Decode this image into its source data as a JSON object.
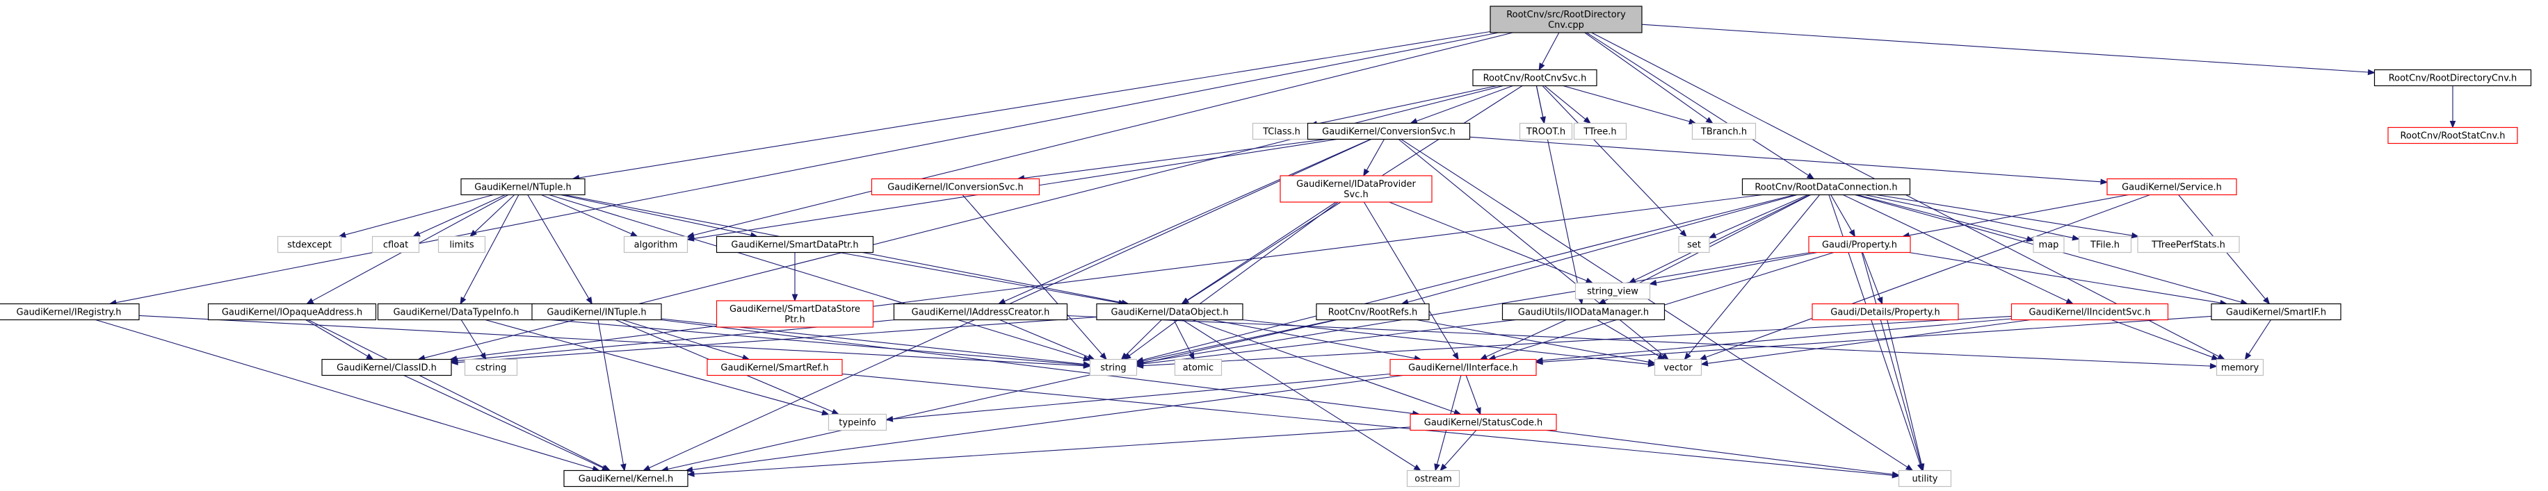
{
  "colors": {
    "edge": "#191970",
    "root_fill": "#bfbfbf",
    "root_border": "#000000",
    "normal_border": "#000000",
    "truncated_border": "#ff0000",
    "system_border": "#bfbfbf",
    "fill": "#ffffff"
  },
  "nodes": [
    {
      "id": "root",
      "lines": [
        "RootCnv/src/RootDirectory",
        "Cnv.cpp"
      ],
      "kind": "root"
    },
    {
      "id": "rootcnvsvc",
      "lines": [
        "RootCnv/RootCnvSvc.h"
      ],
      "kind": "normal"
    },
    {
      "id": "rootdircnv",
      "lines": [
        "RootCnv/RootDirectoryCnv.h"
      ],
      "kind": "normal"
    },
    {
      "id": "rootstatcnv",
      "lines": [
        "RootCnv/RootStatCnv.h"
      ],
      "kind": "truncated"
    },
    {
      "id": "tclass",
      "lines": [
        "TClass.h"
      ],
      "kind": "system"
    },
    {
      "id": "convsvc",
      "lines": [
        "GaudiKernel/ConversionSvc.h"
      ],
      "kind": "normal"
    },
    {
      "id": "troot",
      "lines": [
        "TROOT.h"
      ],
      "kind": "system"
    },
    {
      "id": "ttree",
      "lines": [
        "TTree.h"
      ],
      "kind": "system"
    },
    {
      "id": "tbranch",
      "lines": [
        "TBranch.h"
      ],
      "kind": "system"
    },
    {
      "id": "ntuple",
      "lines": [
        "GaudiKernel/NTuple.h"
      ],
      "kind": "normal"
    },
    {
      "id": "iconvsvc",
      "lines": [
        "GaudiKernel/IConversionSvc.h"
      ],
      "kind": "truncated"
    },
    {
      "id": "idataprov",
      "lines": [
        "GaudiKernel/IDataProvider",
        "Svc.h"
      ],
      "kind": "truncated"
    },
    {
      "id": "rootdataconn",
      "lines": [
        "RootCnv/RootDataConnection.h"
      ],
      "kind": "normal"
    },
    {
      "id": "service",
      "lines": [
        "GaudiKernel/Service.h"
      ],
      "kind": "truncated"
    },
    {
      "id": "stdexcept",
      "lines": [
        "stdexcept"
      ],
      "kind": "system"
    },
    {
      "id": "cfloat",
      "lines": [
        "cfloat"
      ],
      "kind": "system"
    },
    {
      "id": "limits",
      "lines": [
        "limits"
      ],
      "kind": "system"
    },
    {
      "id": "algorithm",
      "lines": [
        "algorithm"
      ],
      "kind": "system"
    },
    {
      "id": "smartdataptr",
      "lines": [
        "GaudiKernel/SmartDataPtr.h"
      ],
      "kind": "normal"
    },
    {
      "id": "set",
      "lines": [
        "set"
      ],
      "kind": "system"
    },
    {
      "id": "property",
      "lines": [
        "Gaudi/Property.h"
      ],
      "kind": "truncated"
    },
    {
      "id": "map",
      "lines": [
        "map"
      ],
      "kind": "system"
    },
    {
      "id": "tfile",
      "lines": [
        "TFile.h"
      ],
      "kind": "system"
    },
    {
      "id": "ttreeperf",
      "lines": [
        "TTreePerfStats.h"
      ],
      "kind": "system"
    },
    {
      "id": "iregistry",
      "lines": [
        "GaudiKernel/IRegistry.h"
      ],
      "kind": "normal"
    },
    {
      "id": "iopaqueaddr",
      "lines": [
        "GaudiKernel/IOpaqueAddress.h"
      ],
      "kind": "normal"
    },
    {
      "id": "datatypeinfo",
      "lines": [
        "GaudiKernel/DataTypeInfo.h"
      ],
      "kind": "normal"
    },
    {
      "id": "intuple",
      "lines": [
        "GaudiKernel/INTuple.h"
      ],
      "kind": "normal"
    },
    {
      "id": "smartdatastoreptr",
      "lines": [
        "GaudiKernel/SmartDataStore",
        "Ptr.h"
      ],
      "kind": "truncated"
    },
    {
      "id": "iaddrcreator",
      "lines": [
        "GaudiKernel/IAddressCreator.h"
      ],
      "kind": "normal"
    },
    {
      "id": "dataobject",
      "lines": [
        "GaudiKernel/DataObject.h"
      ],
      "kind": "normal"
    },
    {
      "id": "rootrefs",
      "lines": [
        "RootCnv/RootRefs.h"
      ],
      "kind": "normal"
    },
    {
      "id": "stringview",
      "lines": [
        "string_view"
      ],
      "kind": "system"
    },
    {
      "id": "iodatamgr",
      "lines": [
        "GaudiUtils/IIODataManager.h"
      ],
      "kind": "normal"
    },
    {
      "id": "detprop",
      "lines": [
        "Gaudi/Details/Property.h"
      ],
      "kind": "truncated"
    },
    {
      "id": "iincident",
      "lines": [
        "GaudiKernel/IIncidentSvc.h"
      ],
      "kind": "truncated"
    },
    {
      "id": "smartif",
      "lines": [
        "GaudiKernel/SmartIF.h"
      ],
      "kind": "normal"
    },
    {
      "id": "classid",
      "lines": [
        "GaudiKernel/ClassID.h"
      ],
      "kind": "normal"
    },
    {
      "id": "cstring",
      "lines": [
        "cstring"
      ],
      "kind": "system"
    },
    {
      "id": "smartref",
      "lines": [
        "GaudiKernel/SmartRef.h"
      ],
      "kind": "truncated"
    },
    {
      "id": "string",
      "lines": [
        "string"
      ],
      "kind": "system"
    },
    {
      "id": "atomic",
      "lines": [
        "atomic"
      ],
      "kind": "system"
    },
    {
      "id": "iinterface",
      "lines": [
        "GaudiKernel/IInterface.h"
      ],
      "kind": "truncated"
    },
    {
      "id": "vector",
      "lines": [
        "vector"
      ],
      "kind": "system"
    },
    {
      "id": "memory",
      "lines": [
        "memory"
      ],
      "kind": "system"
    },
    {
      "id": "typeinfo",
      "lines": [
        "typeinfo"
      ],
      "kind": "system"
    },
    {
      "id": "statuscode",
      "lines": [
        "GaudiKernel/StatusCode.h"
      ],
      "kind": "truncated"
    },
    {
      "id": "kernel",
      "lines": [
        "GaudiKernel/Kernel.h"
      ],
      "kind": "normal"
    },
    {
      "id": "ostream",
      "lines": [
        "ostream"
      ],
      "kind": "system"
    },
    {
      "id": "utility",
      "lines": [
        "utility"
      ],
      "kind": "system"
    }
  ],
  "edges": [
    [
      "root",
      "rootcnvsvc"
    ],
    [
      "root",
      "rootdircnv"
    ],
    [
      "root",
      "rootdataconn"
    ],
    [
      "root",
      "ntuple"
    ],
    [
      "root",
      "iregistry"
    ],
    [
      "root",
      "algorithm"
    ],
    [
      "root",
      "tbranch"
    ],
    [
      "root",
      "memory"
    ],
    [
      "rootdircnv",
      "rootstatcnv"
    ],
    [
      "rootcnvsvc",
      "tclass"
    ],
    [
      "rootcnvsvc",
      "convsvc"
    ],
    [
      "rootcnvsvc",
      "troot"
    ],
    [
      "rootcnvsvc",
      "ttree"
    ],
    [
      "rootcnvsvc",
      "tbranch"
    ],
    [
      "rootcnvsvc",
      "set"
    ],
    [
      "rootcnvsvc",
      "iodatamgr"
    ],
    [
      "rootcnvsvc",
      "dataobject"
    ],
    [
      "rootcnvsvc",
      "classid"
    ],
    [
      "convsvc",
      "iconvsvc"
    ],
    [
      "convsvc",
      "idataprov"
    ],
    [
      "convsvc",
      "service"
    ],
    [
      "convsvc",
      "iaddrcreator"
    ],
    [
      "convsvc",
      "algorithm"
    ],
    [
      "convsvc",
      "vector"
    ],
    [
      "convsvc",
      "utility"
    ],
    [
      "convsvc",
      "kernel"
    ],
    [
      "ntuple",
      "stdexcept"
    ],
    [
      "ntuple",
      "cfloat"
    ],
    [
      "ntuple",
      "limits"
    ],
    [
      "ntuple",
      "algorithm"
    ],
    [
      "ntuple",
      "smartdataptr"
    ],
    [
      "ntuple",
      "iopaqueaddr"
    ],
    [
      "ntuple",
      "datatypeinfo"
    ],
    [
      "ntuple",
      "intuple"
    ],
    [
      "ntuple",
      "dataobject"
    ],
    [
      "ntuple",
      "string"
    ],
    [
      "iconvsvc",
      "string"
    ],
    [
      "idataprov",
      "dataobject"
    ],
    [
      "idataprov",
      "string"
    ],
    [
      "idataprov",
      "stringview"
    ],
    [
      "idataprov",
      "iinterface"
    ],
    [
      "rootdataconn",
      "set"
    ],
    [
      "rootdataconn",
      "map"
    ],
    [
      "rootdataconn",
      "tfile"
    ],
    [
      "rootdataconn",
      "ttreeperf"
    ],
    [
      "rootdataconn",
      "property"
    ],
    [
      "rootdataconn",
      "rootrefs"
    ],
    [
      "rootdataconn",
      "iodatamgr"
    ],
    [
      "rootdataconn",
      "iincident"
    ],
    [
      "rootdataconn",
      "smartif"
    ],
    [
      "rootdataconn",
      "stringview"
    ],
    [
      "rootdataconn",
      "string"
    ],
    [
      "rootdataconn",
      "vector"
    ],
    [
      "rootdataconn",
      "classid"
    ],
    [
      "rootdataconn",
      "utility"
    ],
    [
      "service",
      "property"
    ],
    [
      "service",
      "smartif"
    ],
    [
      "service",
      "vector"
    ],
    [
      "smartdataptr",
      "smartdatastoreptr"
    ],
    [
      "smartdataptr",
      "dataobject"
    ],
    [
      "property",
      "stringview"
    ],
    [
      "property",
      "detprop"
    ],
    [
      "property",
      "smartif"
    ],
    [
      "property",
      "string"
    ],
    [
      "property",
      "iinterface"
    ],
    [
      "property",
      "utility"
    ],
    [
      "iregistry",
      "string"
    ],
    [
      "iregistry",
      "kernel"
    ],
    [
      "iopaqueaddr",
      "classid"
    ],
    [
      "iopaqueaddr",
      "kernel"
    ],
    [
      "datatypeinfo",
      "cstring"
    ],
    [
      "datatypeinfo",
      "string"
    ],
    [
      "datatypeinfo",
      "typeinfo"
    ],
    [
      "intuple",
      "string"
    ],
    [
      "intuple",
      "smartref"
    ],
    [
      "intuple",
      "kernel"
    ],
    [
      "intuple",
      "statuscode"
    ],
    [
      "intuple",
      "typeinfo"
    ],
    [
      "iaddrcreator",
      "classid"
    ],
    [
      "iaddrcreator",
      "string"
    ],
    [
      "iaddrcreator",
      "memory"
    ],
    [
      "dataobject",
      "classid"
    ],
    [
      "dataobject",
      "string"
    ],
    [
      "dataobject",
      "atomic"
    ],
    [
      "dataobject",
      "iinterface"
    ],
    [
      "dataobject",
      "statuscode"
    ],
    [
      "dataobject",
      "vector"
    ],
    [
      "dataobject",
      "ostream"
    ],
    [
      "rootrefs",
      "string"
    ],
    [
      "rootrefs",
      "vector"
    ],
    [
      "rootrefs",
      "kernel"
    ],
    [
      "iodatamgr",
      "iinterface"
    ],
    [
      "iodatamgr",
      "vector"
    ],
    [
      "iodatamgr",
      "string"
    ],
    [
      "detprop",
      "utility"
    ],
    [
      "iincident",
      "iinterface"
    ],
    [
      "iincident",
      "memory"
    ],
    [
      "iincident",
      "string"
    ],
    [
      "iincident",
      "vector"
    ],
    [
      "smartif",
      "iinterface"
    ],
    [
      "smartif",
      "memory"
    ],
    [
      "classid",
      "kernel"
    ],
    [
      "smartref",
      "utility"
    ],
    [
      "iinterface",
      "typeinfo"
    ],
    [
      "iinterface",
      "statuscode"
    ],
    [
      "iinterface",
      "kernel"
    ],
    [
      "iinterface",
      "ostream"
    ],
    [
      "statuscode",
      "kernel"
    ],
    [
      "statuscode",
      "ostream"
    ],
    [
      "statuscode",
      "utility"
    ]
  ]
}
